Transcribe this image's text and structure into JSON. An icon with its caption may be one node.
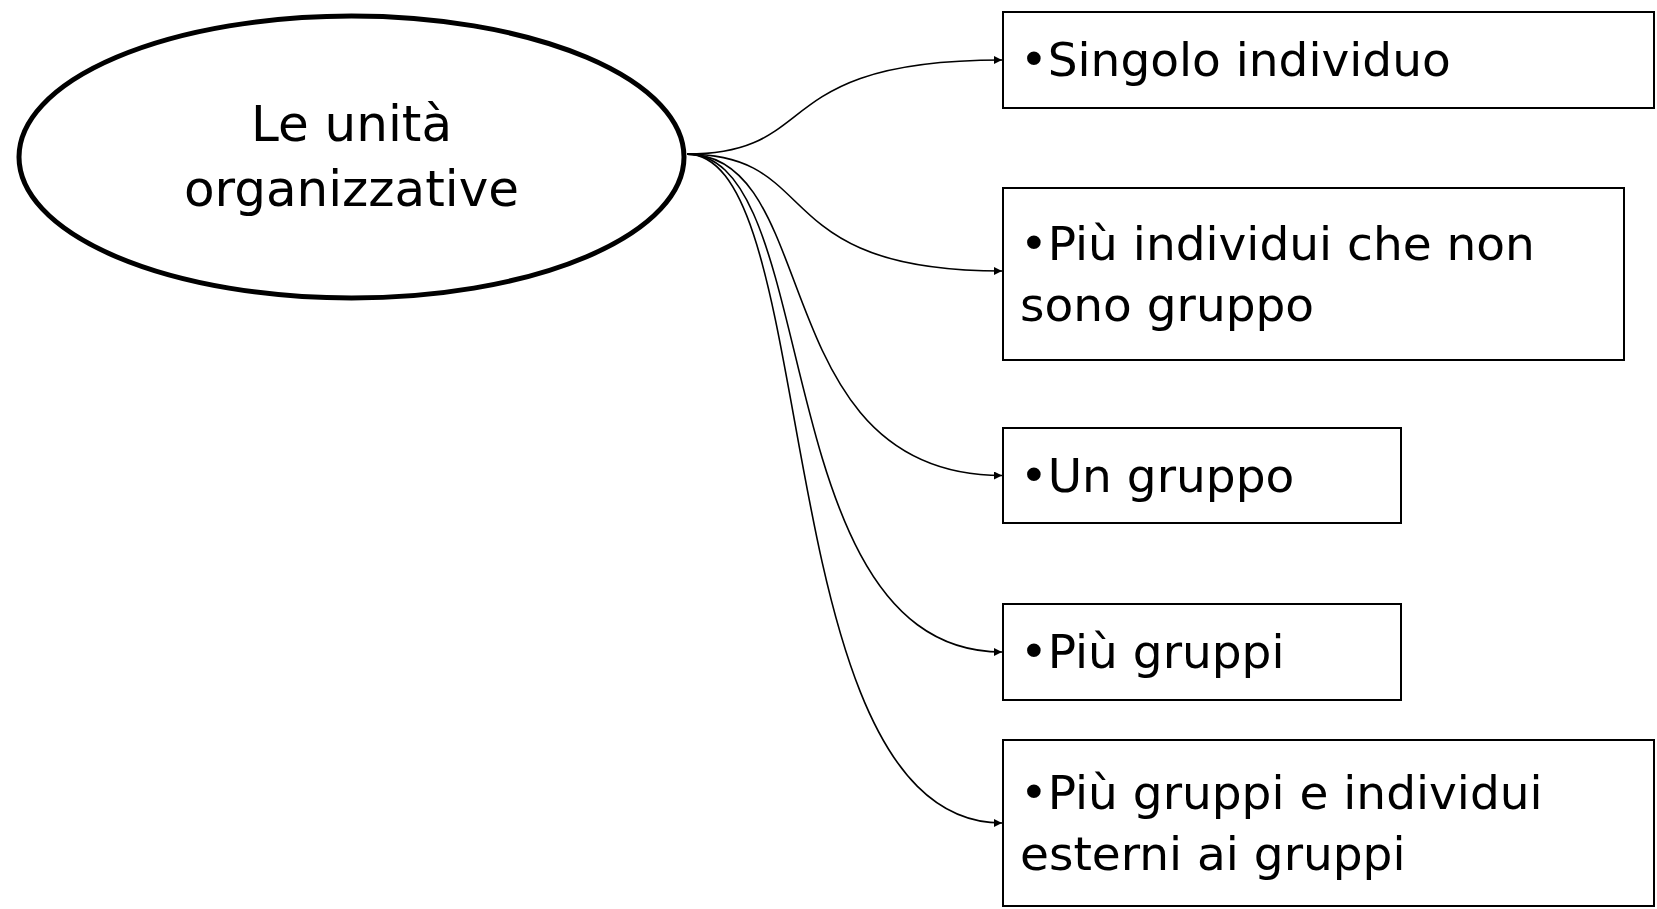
{
  "diagram": {
    "nodes": [
      {
        "text": [
          "Le unità organizzative"
        ]
      },
      {
        "text": [
          "•Singolo individuo"
        ]
      },
      {
        "text": [
          "•Più individui che non sono gruppo"
        ]
      },
      {
        "text": [
          "•Un gruppo"
        ]
      },
      {
        "text": [
          "•Più gruppi"
        ]
      },
      {
        "text": [
          "•Più gruppi e individui esterni ai gruppi"
        ]
      }
    ],
    "edges": [
      {
        "from": 0,
        "to": 1,
        "arrow": "to"
      },
      {
        "from": 0,
        "to": 2,
        "arrow": "to"
      },
      {
        "from": 0,
        "to": 3,
        "arrow": "to"
      },
      {
        "from": 0,
        "to": 4,
        "arrow": "to"
      },
      {
        "from": 0,
        "to": 5,
        "arrow": "to"
      }
    ]
  }
}
